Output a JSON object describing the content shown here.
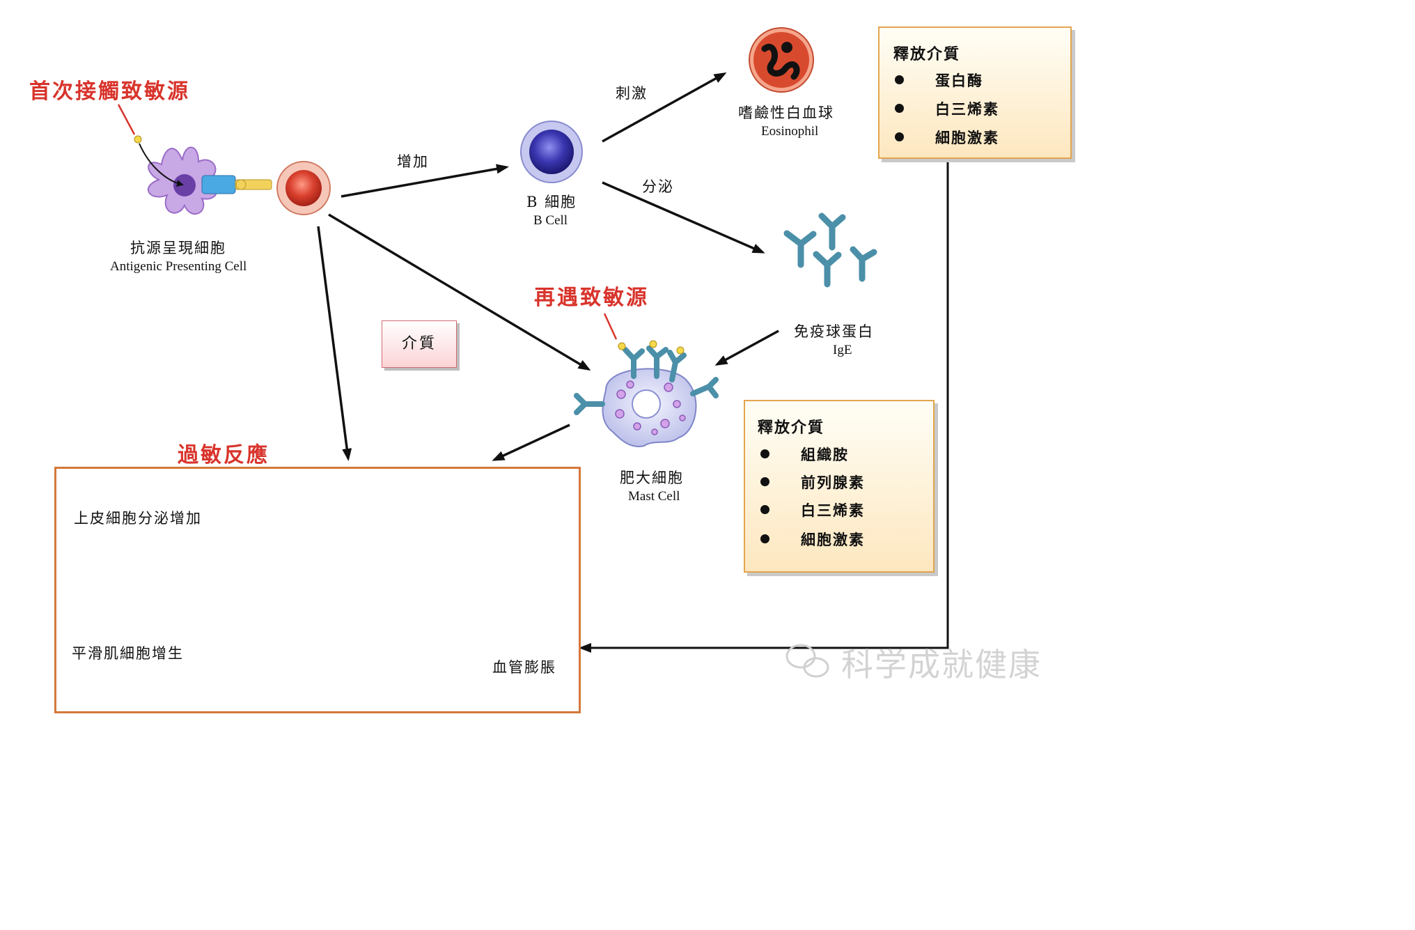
{
  "titles": {
    "first_contact": "首次接觸致敏源",
    "re_encounter": "再遇致敏源",
    "allergic_reaction": "過敏反應"
  },
  "cells": {
    "apc": {
      "zh": "抗源呈現細胞",
      "en": "Antigenic Presenting Cell"
    },
    "b_cell": {
      "zh": "B 細胞",
      "en": "B Cell"
    },
    "eosinophil": {
      "zh": "嗜鹼性白血球",
      "en": "Eosinophil"
    },
    "ige": {
      "zh": "免疫球蛋白",
      "en": "IgE"
    },
    "mast_cell": {
      "zh": "肥大細胞",
      "en": "Mast Cell"
    }
  },
  "arrows": {
    "increase": "增加",
    "stimulate": "刺激",
    "secrete": "分泌"
  },
  "mediator_label": "介質",
  "eosinophil_box": {
    "title": "釋放介質",
    "items": [
      "蛋白酶",
      "白三烯素",
      "細胞激素"
    ]
  },
  "mast_box": {
    "title": "釋放介質",
    "items": [
      "組織胺",
      "前列腺素",
      "白三烯素",
      "細胞激素"
    ]
  },
  "reactions": {
    "epithelial": "上皮細胞分泌增加",
    "smooth_muscle": "平滑肌細胞增生",
    "vasodilation": "血管膨脹"
  },
  "watermark": "科学成就健康",
  "colors": {
    "title_red": "#d8342c",
    "box_border": "#e3a54e",
    "reaction_border": "#d4783a"
  }
}
